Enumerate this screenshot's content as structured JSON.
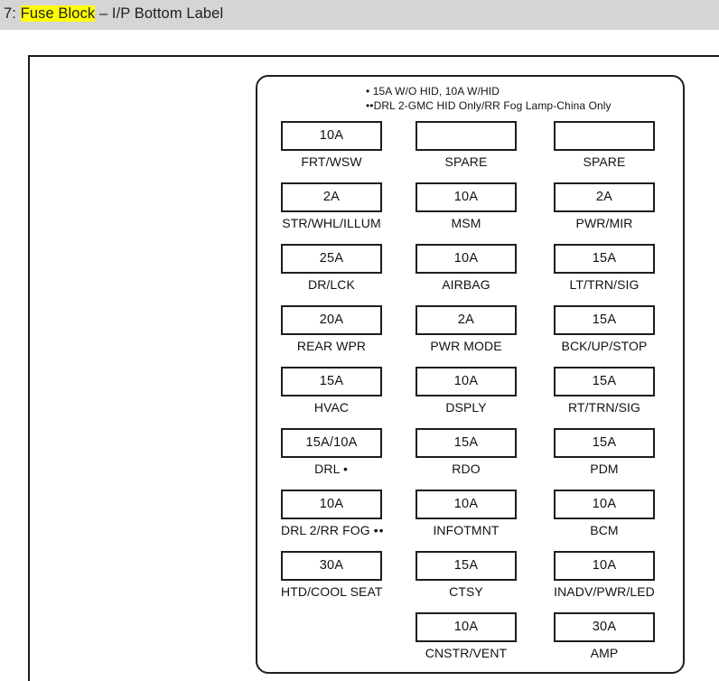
{
  "header": {
    "prefix": "7: ",
    "highlight": "Fuse Block",
    "suffix": " – I/P Bottom Label"
  },
  "panel": {
    "notes": [
      "• 15A W/O HID, 10A W/HID",
      "••DRL 2-GMC HID Only/RR Fog Lamp-China Only"
    ],
    "columns": [
      {
        "name": "column-1",
        "fuses": [
          {
            "rating": "10A",
            "label": "FRT/WSW"
          },
          {
            "rating": "2A",
            "label": "STR/WHL/ILLUM"
          },
          {
            "rating": "25A",
            "label": "DR/LCK"
          },
          {
            "rating": "20A",
            "label": "REAR WPR"
          },
          {
            "rating": "15A",
            "label": "HVAC"
          },
          {
            "rating": "15A/10A",
            "label": "DRL •"
          },
          {
            "rating": "10A",
            "label": "DRL 2/RR FOG ••"
          },
          {
            "rating": "30A",
            "label": "HTD/COOL SEAT"
          }
        ]
      },
      {
        "name": "column-2",
        "fuses": [
          {
            "rating": "",
            "label": "SPARE"
          },
          {
            "rating": "10A",
            "label": "MSM"
          },
          {
            "rating": "10A",
            "label": "AIRBAG"
          },
          {
            "rating": "2A",
            "label": "PWR MODE"
          },
          {
            "rating": "10A",
            "label": "DSPLY"
          },
          {
            "rating": "15A",
            "label": "RDO"
          },
          {
            "rating": "10A",
            "label": "INFOTMNT"
          },
          {
            "rating": "15A",
            "label": "CTSY"
          },
          {
            "rating": "10A",
            "label": "CNSTR/VENT"
          }
        ]
      },
      {
        "name": "column-3",
        "fuses": [
          {
            "rating": "",
            "label": "SPARE"
          },
          {
            "rating": "2A",
            "label": "PWR/MIR"
          },
          {
            "rating": "15A",
            "label": "LT/TRN/SIG"
          },
          {
            "rating": "15A",
            "label": "BCK/UP/STOP"
          },
          {
            "rating": "15A",
            "label": "RT/TRN/SIG"
          },
          {
            "rating": "15A",
            "label": "PDM"
          },
          {
            "rating": "10A",
            "label": "BCM"
          },
          {
            "rating": "10A",
            "label": "INADV/PWR/LED"
          },
          {
            "rating": "30A",
            "label": "AMP"
          }
        ]
      }
    ]
  },
  "colors": {
    "highlight": "#ffff00",
    "header_bar": "#d5d5d5",
    "line": "#1d1d1d"
  }
}
